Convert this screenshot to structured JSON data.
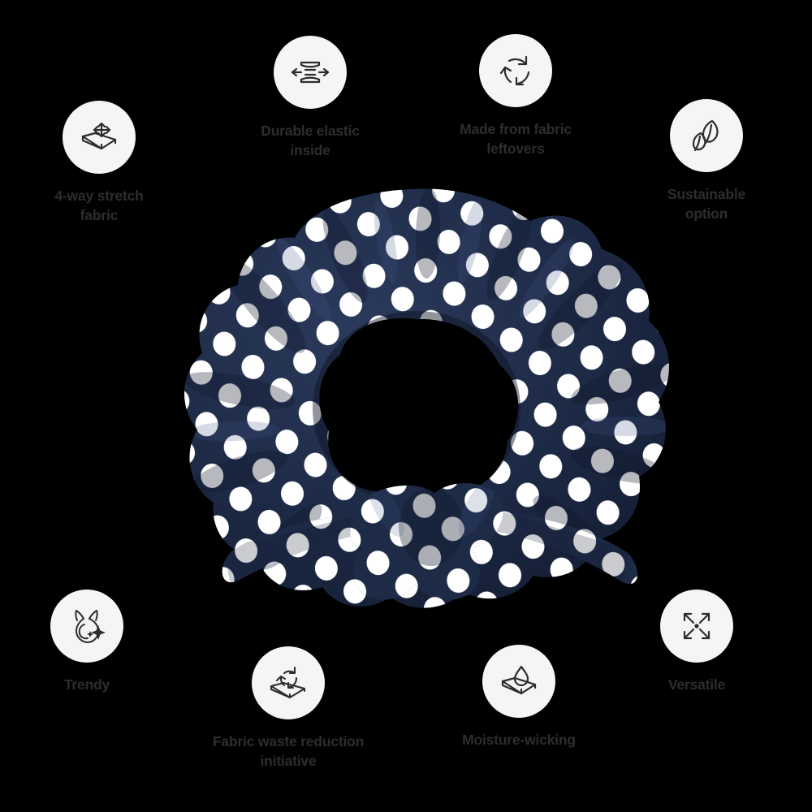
{
  "background_color": "#000000",
  "product": {
    "name": "polka-dot-scrunchie",
    "fabric_color": "#1e2b47",
    "dot_color": "#ffffff",
    "shade_dark": "#141d33",
    "shade_light": "#2b3a5c",
    "hole_color": "#000000",
    "description": "Navy blue polka dot scrunchie with tied bow"
  },
  "badge": {
    "circle_color": "#f5f5f5",
    "icon_stroke": "#2d2d2d",
    "label_color": "#2d2d2d"
  },
  "features": [
    {
      "id": "4-way-stretch-fabric",
      "icon": "stretch-fabric-icon",
      "label": "4-way stretch\nfabric"
    },
    {
      "id": "durable-elastic",
      "icon": "elastic-band-icon",
      "label": "Durable elastic\ninside"
    },
    {
      "id": "fabric-leftovers",
      "icon": "recycle-icon",
      "label": "Made from fabric\nleftovers"
    },
    {
      "id": "sustainable-option",
      "icon": "leaves-icon",
      "label": "Sustainable\noption"
    },
    {
      "id": "trendy",
      "icon": "sparkle-bow-icon",
      "label": "Trendy"
    },
    {
      "id": "fabric-waste-reduction",
      "icon": "recycle-fabric-icon",
      "label": "Fabric waste reduction\ninitiative"
    },
    {
      "id": "moisture-wicking",
      "icon": "water-drop-fabric-icon",
      "label": "Moisture-wicking"
    },
    {
      "id": "versatile",
      "icon": "expand-arrows-icon",
      "label": "Versatile"
    }
  ]
}
